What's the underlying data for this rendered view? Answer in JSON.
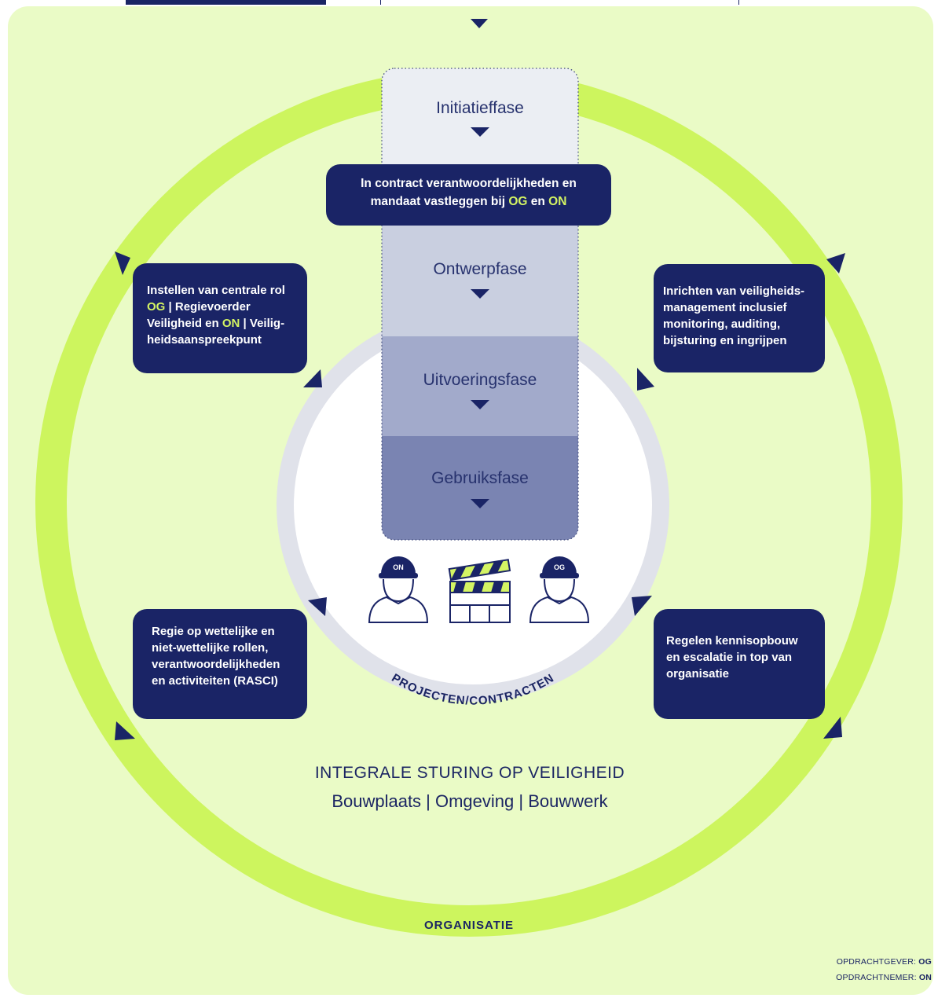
{
  "phases": [
    {
      "label": "Initiatieffase"
    },
    {
      "label": "Ontwerpfase"
    },
    {
      "label": "Uitvoeringsfase"
    },
    {
      "label": "Gebruiksfase"
    }
  ],
  "contract": {
    "line1": "In contract verantwoordelijkheden en",
    "line2_pre": "mandaat vastleggen bij ",
    "og": "OG",
    "en": " en ",
    "on": "ON"
  },
  "boxes": {
    "top_left": {
      "l1": "Instellen van centrale rol",
      "og": "OG",
      "l2": " | Regievoerder",
      "l3": "Veiligheid en ",
      "on": "ON",
      "l4": " | Veilig-",
      "l5": "heidsaanspreekpunt"
    },
    "top_right": {
      "l1": "Inrichten van veiligheids-",
      "l2": "management inclusief",
      "l3": "monitoring, auditing,",
      "l4": "bijsturing en ingrijpen"
    },
    "bottom_left": {
      "l1": "Regie op wettelijke en",
      "l2": "niet-wettelijke rollen,",
      "l3": "verantwoordelijkheden",
      "l4": "en activiteiten (RASCI)"
    },
    "bottom_right": {
      "l1": "Regelen kennisopbouw",
      "l2": "en escalatie in top van",
      "l3": "organisatie"
    }
  },
  "inner_circle_label": "PROJECTEN/CONTRACTEN",
  "helmet_on": "ON",
  "helmet_og": "OG",
  "title": {
    "line1": "INTEGRALE STURING OP VEILIGHEID",
    "line2": "Bouwplaats | Omgeving | Bouwwerk"
  },
  "outer_label": "ORGANISATIE",
  "legend": {
    "og_label": "OPDRACHTGEVER: ",
    "og_value": "OG",
    "on_label": "OPDRACHTNEMER: ",
    "on_value": "ON"
  },
  "colors": {
    "navy": "#1a2466",
    "lime": "#d4f463",
    "panel": "#eafbc6",
    "ring": "#cdf55e"
  }
}
